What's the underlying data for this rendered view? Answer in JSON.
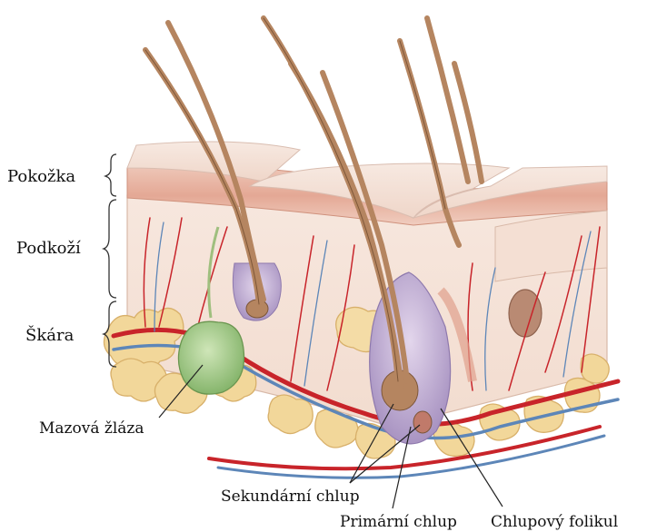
{
  "layers": {
    "epidermis": "Pokožka",
    "dermis": "Podkoží",
    "hypodermis": "Škára"
  },
  "callouts": {
    "sebaceous_gland": "Mazová žláza",
    "secondary_hair": "Sekundární chlup",
    "primary_hair": "Primární chlup",
    "hair_follicle": "Chlupový folikul"
  },
  "colors": {
    "skin_top": "#f2ddd2",
    "epidermis": "#e9b8a6",
    "dermis": "#f5e4da",
    "fat": "#f2d79a",
    "hair": "#b58560",
    "artery": "#c8242a",
    "vein": "#5d86b8",
    "gland": "#a9cf8e",
    "follicle": "#c9b6d8"
  }
}
